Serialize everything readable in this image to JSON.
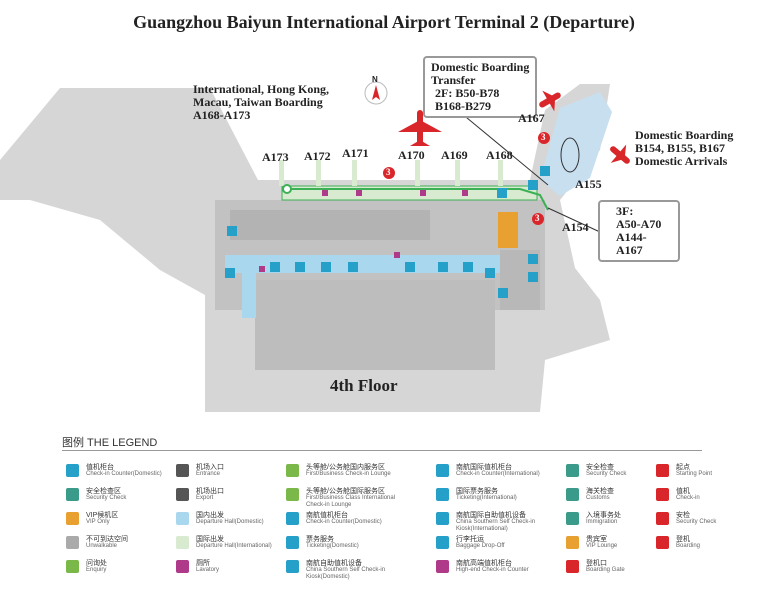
{
  "title": "Guangzhou Baiyun International Airport Terminal 2 (Departure)",
  "compass_label": "N",
  "labels": {
    "intl": [
      "International, Hong Kong,",
      "Macau, Taiwan Boarding",
      "A168-A173"
    ],
    "dom_transfer": [
      "Domestic Boarding",
      "Transfer",
      "2F: B50-B78",
      "B168-B279"
    ],
    "dom_boarding": [
      "Domestic Boarding",
      "B154, B155, B167",
      "Domestic Arrivals"
    ],
    "third_floor": [
      "3F:",
      "A50-A70",
      "A144-A167"
    ]
  },
  "gates": {
    "a173": "A173",
    "a172": "A172",
    "a171": "A171",
    "a170": "A170",
    "a169": "A169",
    "a168": "A168",
    "a167": "A167",
    "a155": "A155",
    "a154": "A154"
  },
  "floor_label": "4th Floor",
  "markers": {
    "step": "3"
  },
  "legend": {
    "title": "图例  THE LEGEND",
    "items": [
      {
        "cn": "值机柜台",
        "en": "Check-in Counter(Domestic)",
        "color": "#25a0c8"
      },
      {
        "cn": "安全检查区",
        "en": "Security Check",
        "color": "#3a9b8a"
      },
      {
        "cn": "VIP候机区",
        "en": "VIP Only",
        "color": "#e8a030"
      },
      {
        "cn": "不可到达空间",
        "en": "Unwalkable",
        "color": "#aaaaaa"
      },
      {
        "cn": "问询处",
        "en": "Enquiry",
        "color": "#7ab84a"
      },
      {
        "cn": "机场入口",
        "en": "Entrance",
        "color": "#555555"
      },
      {
        "cn": "机场出口",
        "en": "Export",
        "color": "#555555"
      },
      {
        "cn": "国内出发",
        "en": "Departure Hall(Domestic)",
        "color": "#a9d8ee"
      },
      {
        "cn": "国际出发",
        "en": "Departure Hall(International)",
        "color": "#d8ead0"
      },
      {
        "cn": "厕所",
        "en": "Lavatory",
        "color": "#b03a8a"
      },
      {
        "cn": "头等舱/公务舱国内服务区",
        "en": "First/Business Check-in Lounge",
        "color": "#7ab84a"
      },
      {
        "cn": "头等舱/公务舱国际服务区",
        "en": "First/Business Class International Check-in Lounge",
        "color": "#7ab84a"
      },
      {
        "cn": "南航值机柜台",
        "en": "Check-in Counter(Domestic)",
        "color": "#25a0c8"
      },
      {
        "cn": "票务服务",
        "en": "Ticketing(Domestic)",
        "color": "#25a0c8"
      },
      {
        "cn": "南航自助值机设备",
        "en": "China Southern Self Check-in Kiosk(Domestic)",
        "color": "#25a0c8"
      },
      {
        "cn": "南航国际值机柜台",
        "en": "Check-in Counter(International)",
        "color": "#25a0c8"
      },
      {
        "cn": "国际票务服务",
        "en": "Ticketing(International)",
        "color": "#25a0c8"
      },
      {
        "cn": "南航国际自助值机设备",
        "en": "China Southern Self Check-in Kiosk(International)",
        "color": "#25a0c8"
      },
      {
        "cn": "行李托运",
        "en": "Baggage Drop-Off",
        "color": "#25a0c8"
      },
      {
        "cn": "南航高端值机柜台",
        "en": "High-end Check-in Counter",
        "color": "#b03a8a"
      },
      {
        "cn": "安全检查",
        "en": "Security Check",
        "color": "#3a9b8a"
      },
      {
        "cn": "海关检查",
        "en": "Customs",
        "color": "#3a9b8a"
      },
      {
        "cn": "入境事务处",
        "en": "Immigration",
        "color": "#3a9b8a"
      },
      {
        "cn": "贵宾室",
        "en": "VIP Lounge",
        "color": "#e8a030"
      },
      {
        "cn": "登机口",
        "en": "Boarding Gate",
        "color": "#d9262a"
      },
      {
        "cn": "起点",
        "en": "Starting Point",
        "color": "#d9262a"
      },
      {
        "cn": "值机",
        "en": "Check-in",
        "color": "#d9262a"
      },
      {
        "cn": "安检",
        "en": "Security Check",
        "color": "#d9262a"
      },
      {
        "cn": "登机",
        "en": "Boarding",
        "color": "#d9262a"
      }
    ]
  }
}
